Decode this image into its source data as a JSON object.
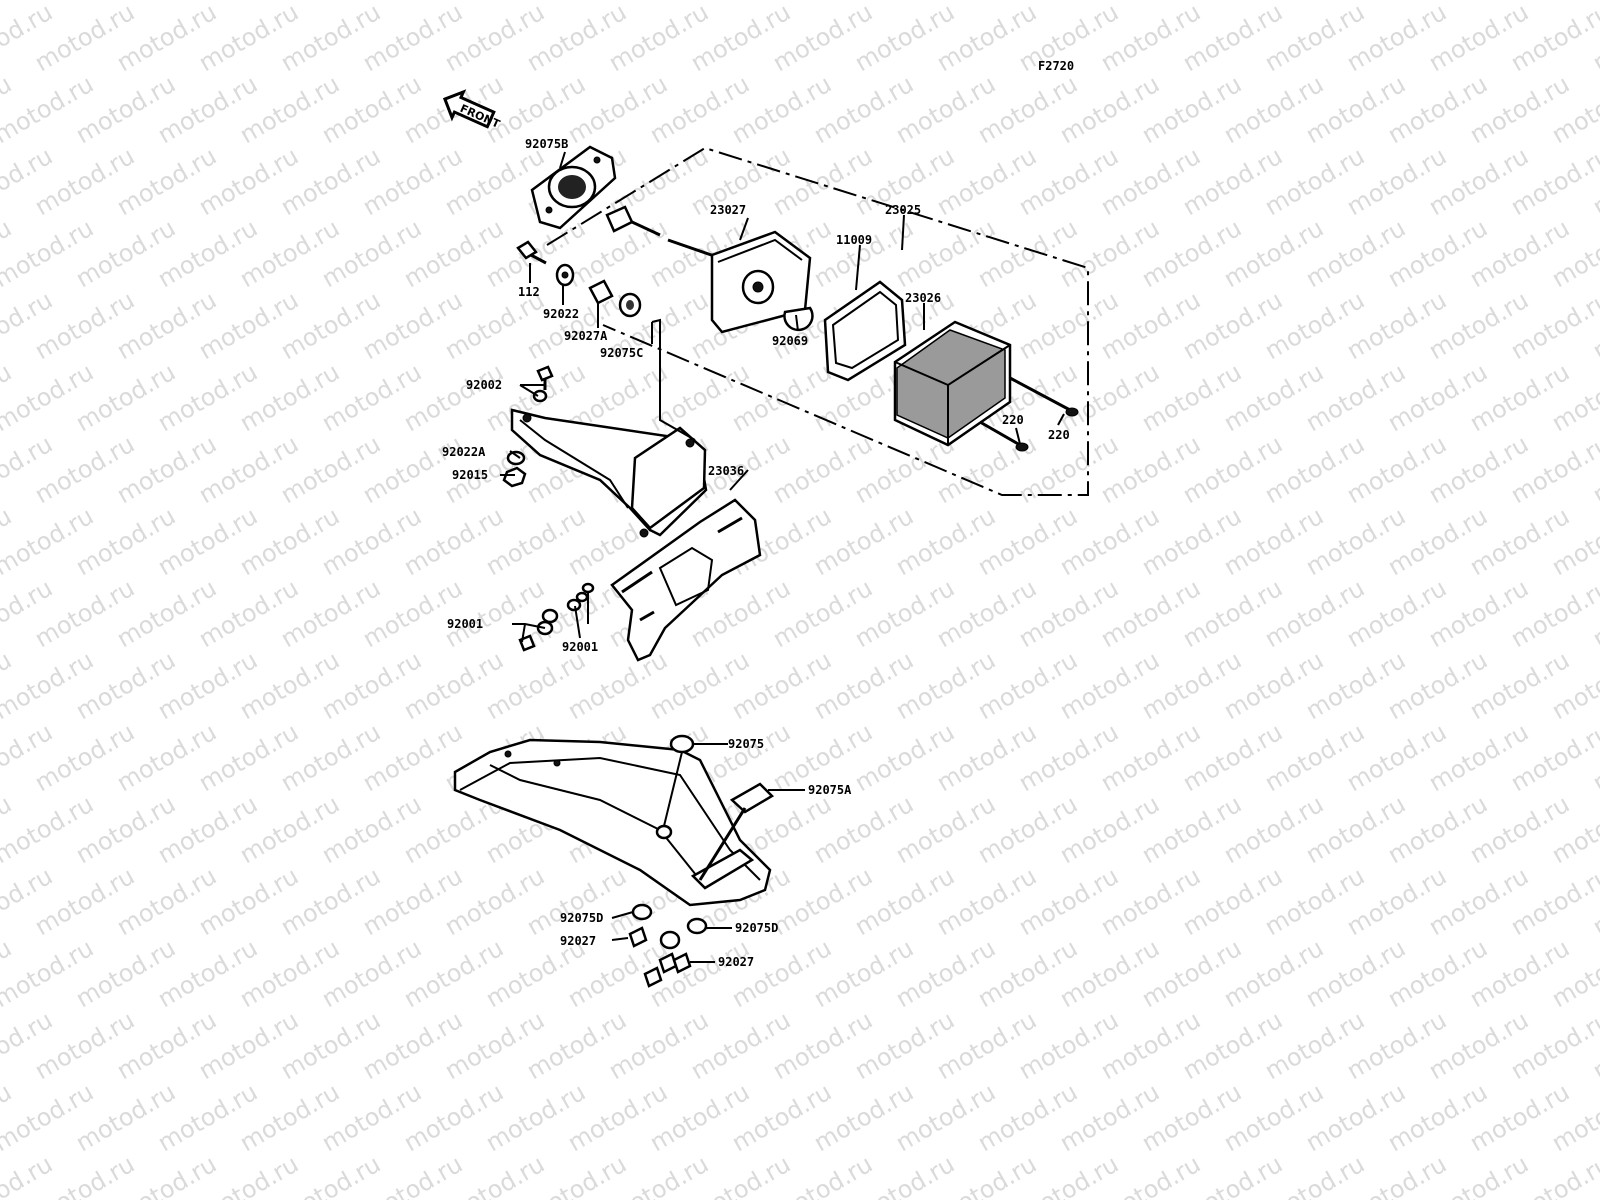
{
  "diagram": {
    "figure_code": "F2720",
    "front_marker": "FRONT",
    "watermark": "motod.ru",
    "labels": {
      "p92075B": "92075B",
      "p23027": "23027",
      "p23025": "23025",
      "p112": "112",
      "p92022": "92022",
      "p92027A": "92027A",
      "p92075C": "92075C",
      "p11009": "11009",
      "p23026": "23026",
      "p92069": "92069",
      "p92002": "92002",
      "p220a": "220",
      "p220b": "220",
      "p92022A": "92022A",
      "p92015": "92015",
      "p23036": "23036",
      "p92001a": "92001",
      "p92001b": "92001",
      "p92075": "92075",
      "p92075A": "92075A",
      "p92075Da": "92075D",
      "p92075Db": "92075D",
      "p92027a": "92027",
      "p92027b": "92027"
    }
  }
}
